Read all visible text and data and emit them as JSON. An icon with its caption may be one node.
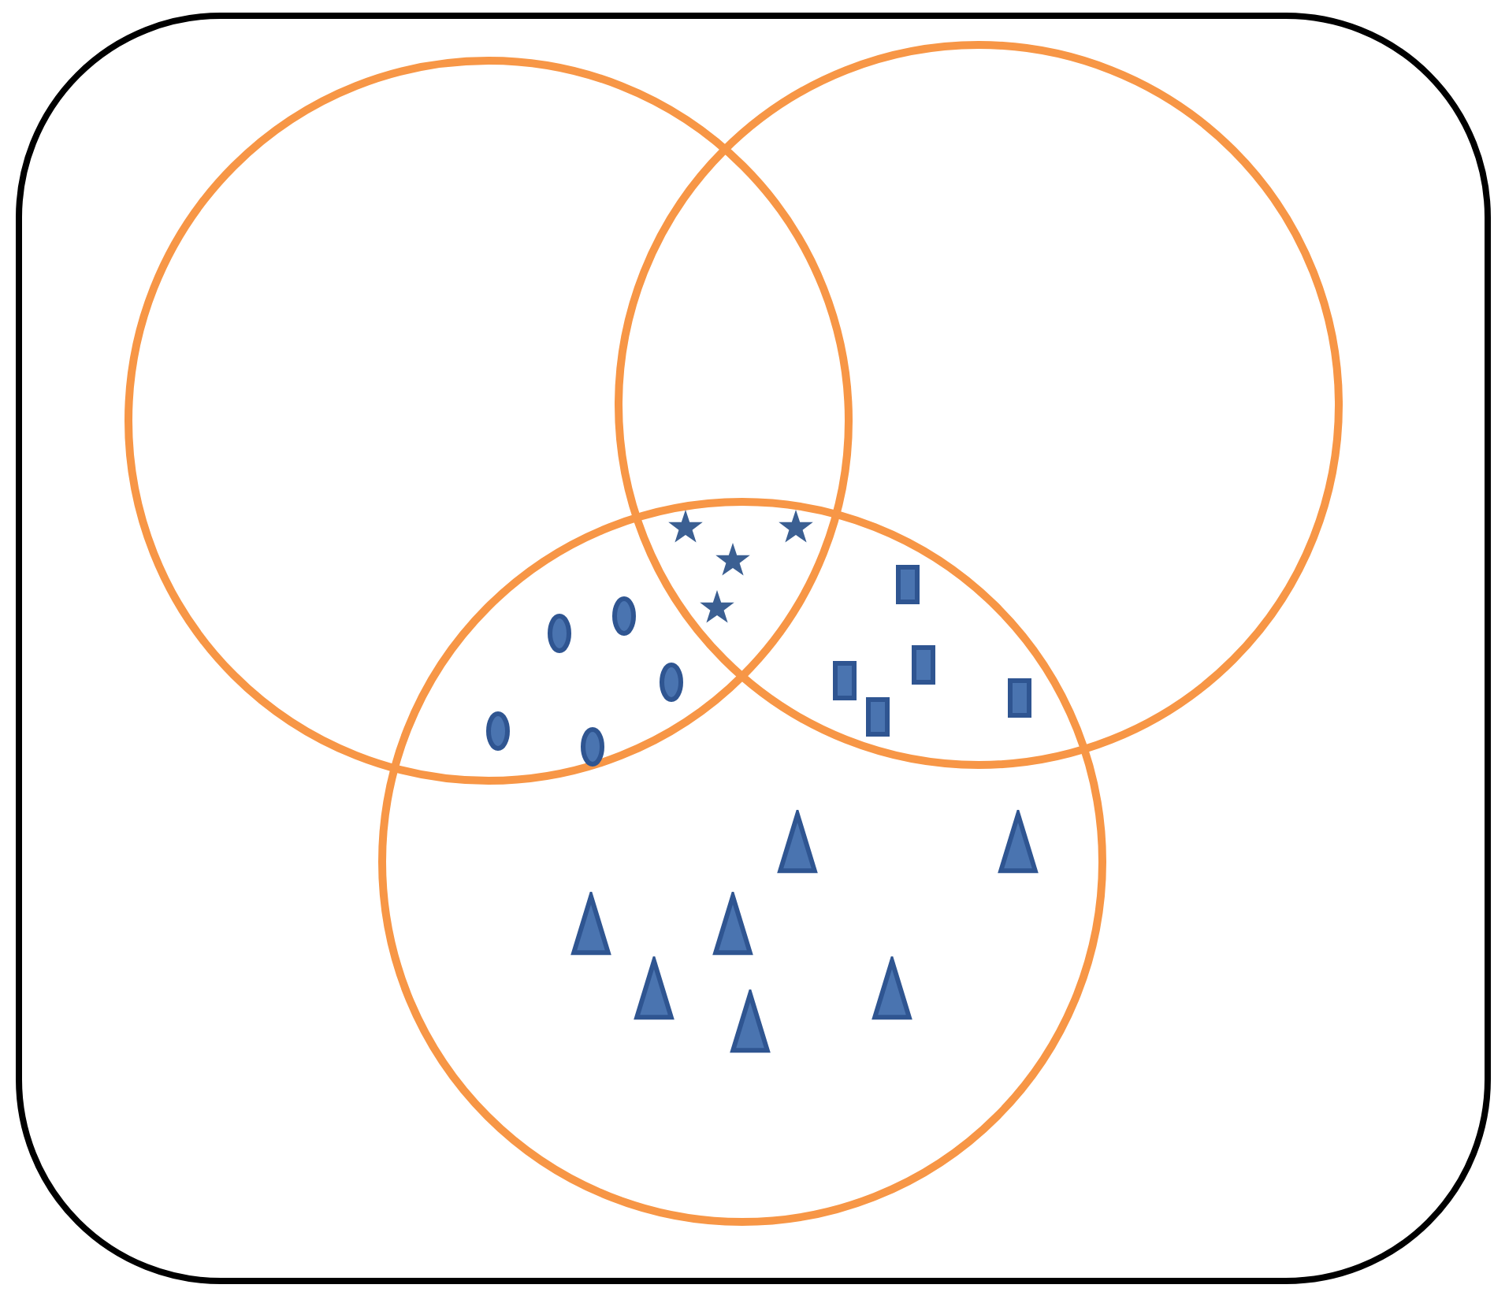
{
  "diagram": {
    "nodes": [
      {
        "text": [],
        "shape": "box"
      },
      {
        "text": [],
        "shape": "circle",
        "in": 0
      },
      {
        "text": [],
        "shape": "circle",
        "in": 0
      },
      {
        "text": [],
        "shape": "circle",
        "in": 0
      },
      {
        "text": [],
        "shape": "star"
      },
      {
        "text": [],
        "shape": "star"
      },
      {
        "text": [],
        "shape": "star"
      },
      {
        "text": [],
        "shape": "star"
      },
      {
        "text": [],
        "shape": "ellipse"
      },
      {
        "text": [],
        "shape": "ellipse"
      },
      {
        "text": [],
        "shape": "ellipse"
      },
      {
        "text": [],
        "shape": "ellipse"
      },
      {
        "text": [],
        "shape": "ellipse"
      },
      {
        "text": [],
        "shape": "rectangle"
      },
      {
        "text": [],
        "shape": "rectangle"
      },
      {
        "text": [],
        "shape": "rectangle"
      },
      {
        "text": [],
        "shape": "rectangle"
      },
      {
        "text": [],
        "shape": "rectangle"
      },
      {
        "text": [],
        "shape": "triangle",
        "in": 3
      },
      {
        "text": [],
        "shape": "triangle",
        "in": 3
      },
      {
        "text": [],
        "shape": "triangle",
        "in": 3
      },
      {
        "text": [],
        "shape": "triangle",
        "in": 3
      },
      {
        "text": [],
        "shape": "triangle",
        "in": 3
      },
      {
        "text": [],
        "shape": "triangle",
        "in": 3
      },
      {
        "text": [],
        "shape": "triangle",
        "in": 3
      }
    ]
  }
}
